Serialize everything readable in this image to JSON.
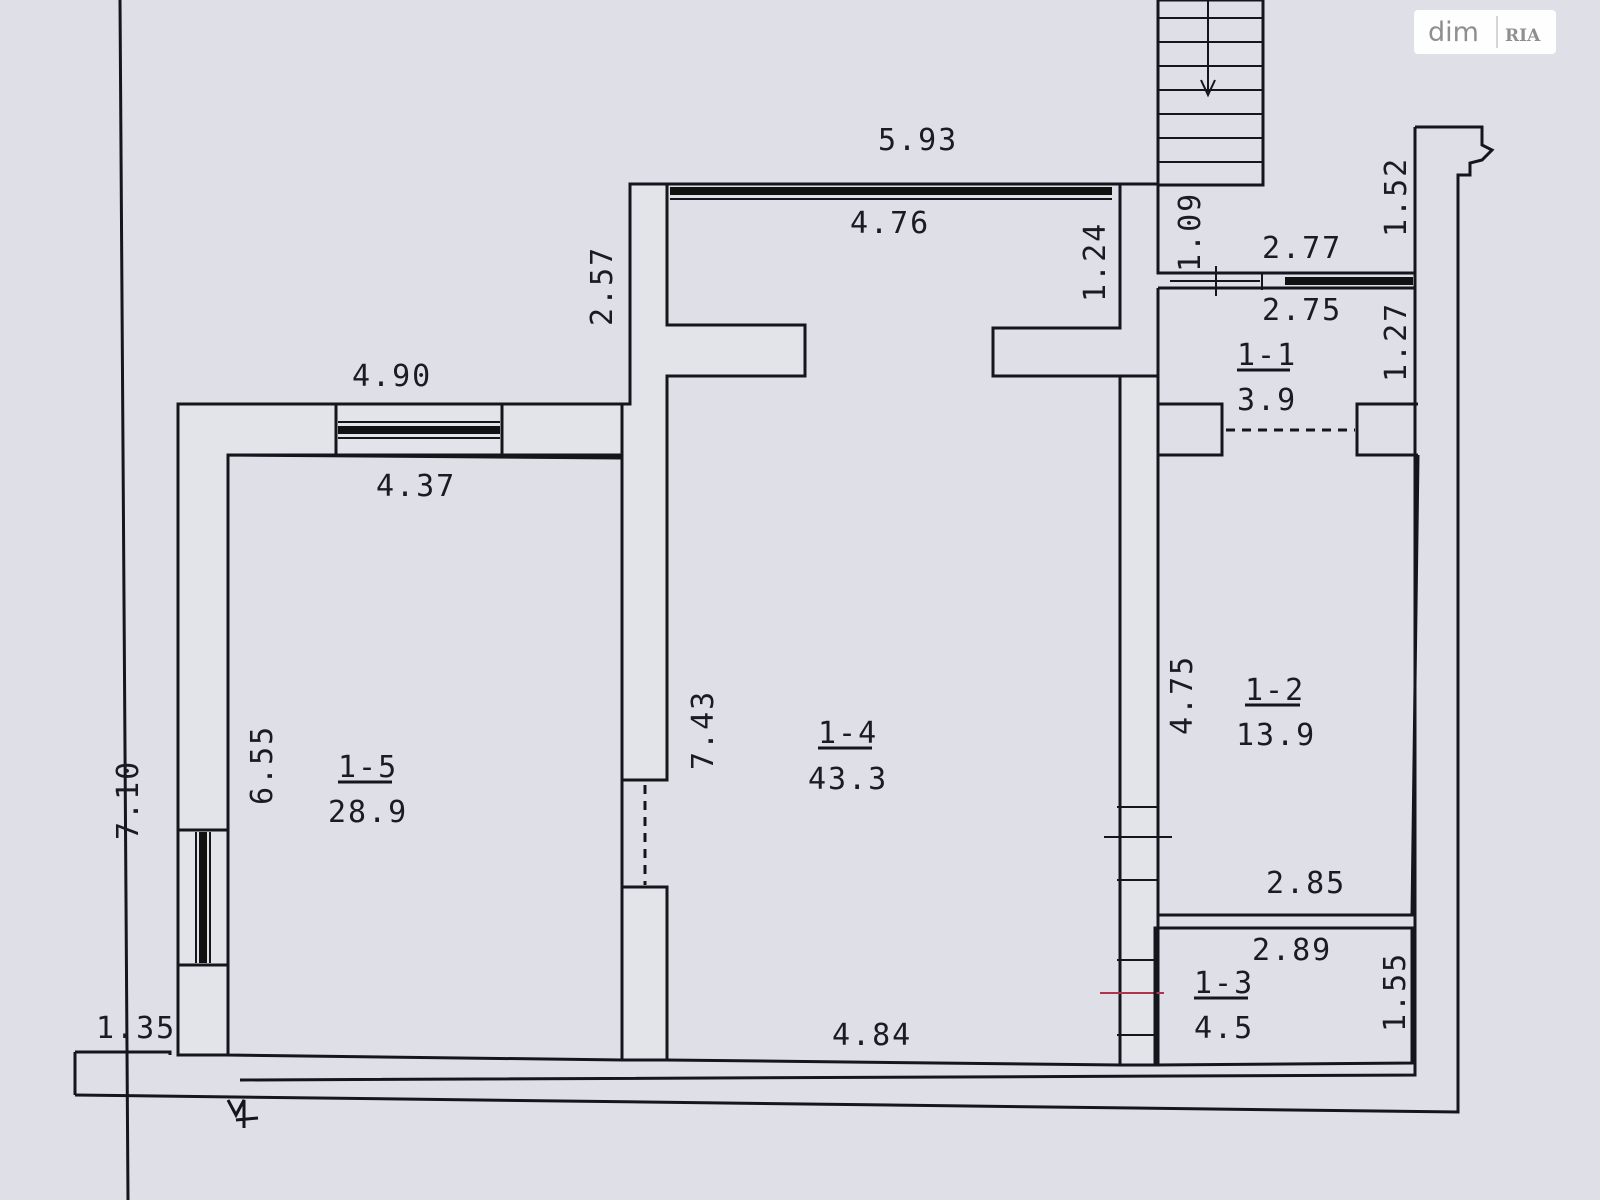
{
  "watermark": {
    "text": "dim",
    "logo_text": "RIA"
  },
  "rooms": [
    {
      "id": "1-1",
      "area": "3.9"
    },
    {
      "id": "1-2",
      "area": "13.9"
    },
    {
      "id": "1-3",
      "area": "4.5"
    },
    {
      "id": "1-4",
      "area": "43.3"
    },
    {
      "id": "1-5",
      "area": "28.9"
    }
  ],
  "dimensions": {
    "top_overall": "5.93",
    "top_inner": "4.76",
    "hall_right_wall": "1.24",
    "landing_height": "1.09",
    "landing_width": "2.77",
    "stair_right_height": "1.52",
    "room_1_1_width": "2.75",
    "room_1_1_height": "1.27",
    "wall_2_57": "2.57",
    "balcony_width": "4.90",
    "room_1_5_width": "4.37",
    "room_1_5_height": "6.55",
    "overall_left_height": "7.10",
    "room_1_4_height": "7.43",
    "room_1_2_height": "4.75",
    "room_1_2_width": "2.85",
    "room_1_3_width": "2.89",
    "room_1_3_height": "1.55",
    "room_1_4_width": "4.84",
    "bottom_left": "1.35"
  }
}
